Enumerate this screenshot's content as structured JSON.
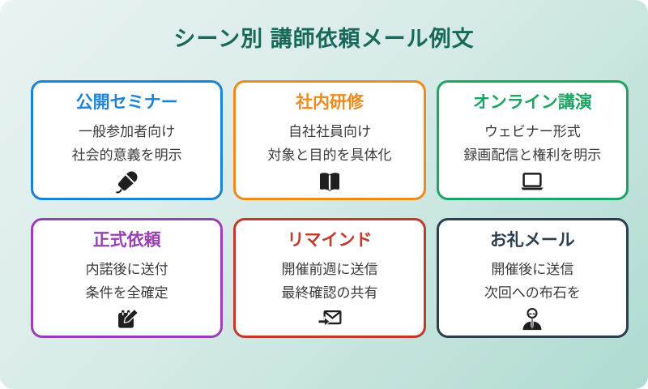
{
  "page": {
    "title": "シーン別 講師依頼メール例文",
    "title_color": "#17695a",
    "background_gradient": [
      "#e9f3f4",
      "#aedbd1"
    ],
    "card_background": "#ffffff",
    "body_text_color": "#3a3a3a",
    "icon_color": "#1f1f1f"
  },
  "cards": [
    {
      "title": "公開セミナー",
      "line1": "一般参加者向け",
      "line2": "社会的意義を明示",
      "icon": "microphone-icon",
      "color": "#1b82d6"
    },
    {
      "title": "社内研修",
      "line1": "自社社員向け",
      "line2": "対象と目的を具体化",
      "icon": "open-book-icon",
      "color": "#ef8a1f"
    },
    {
      "title": "オンライン講演",
      "line1": "ウェビナー形式",
      "line2": "録画配信と権利を明示",
      "icon": "laptop-icon",
      "color": "#1ea565"
    },
    {
      "title": "正式依頼",
      "line1": "内諾後に送付",
      "line2": "条件を全確定",
      "icon": "memo-pen-icon",
      "color": "#9a3fb5"
    },
    {
      "title": "リマインド",
      "line1": "開催前週に送信",
      "line2": "最終確認の共有",
      "icon": "send-mail-icon",
      "color": "#c0392b"
    },
    {
      "title": "お礼メール",
      "line1": "開催後に送信",
      "line2": "次回への布石を",
      "icon": "bowing-person-icon",
      "color": "#2c3e50"
    }
  ]
}
